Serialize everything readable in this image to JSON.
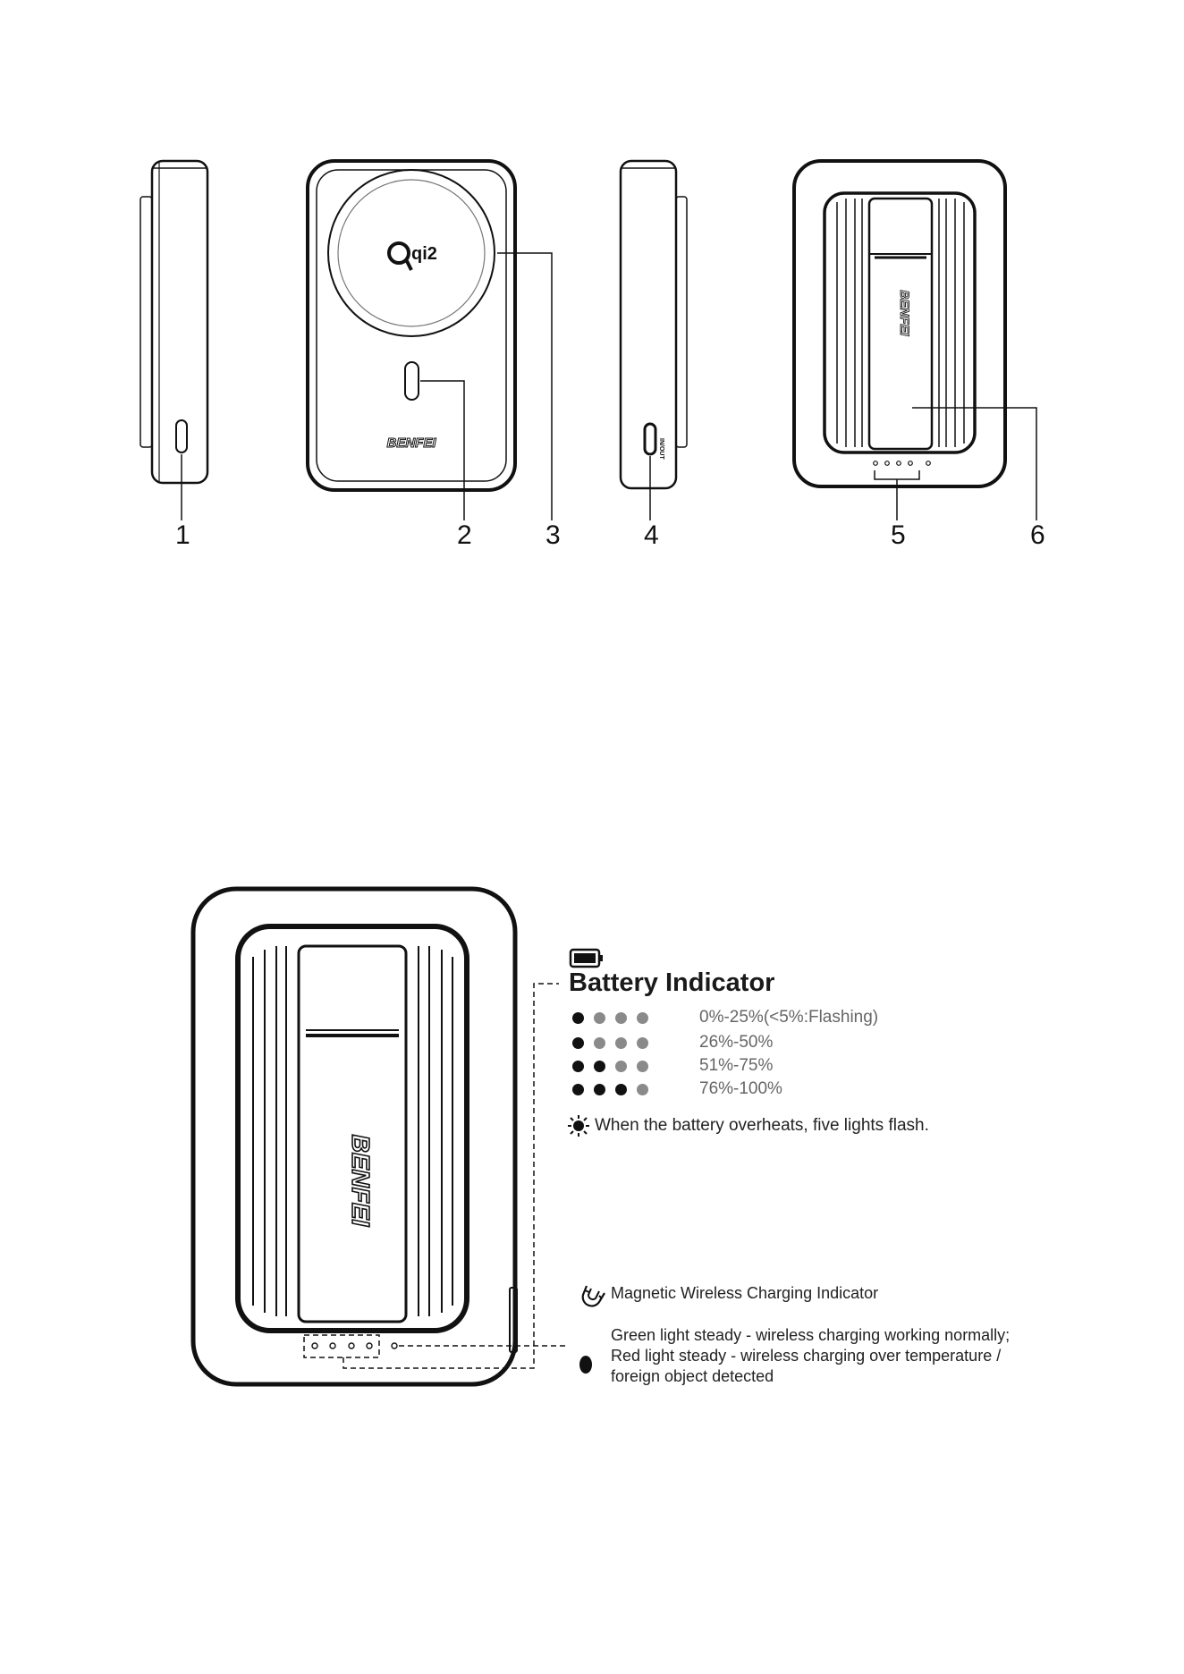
{
  "callouts": [
    "1",
    "2",
    "3",
    "4",
    "5",
    "6"
  ],
  "device": {
    "front_logo": "qi2",
    "brand": "BENFEI",
    "port_label": "IN/OUT"
  },
  "battery_indicator": {
    "title": "Battery Indicator",
    "icon": "battery-icon",
    "levels": [
      {
        "lit": 1,
        "total": 4,
        "label": "0%-25%(<5%:Flashing)"
      },
      {
        "lit": 1,
        "total": 4,
        "label": "26%-50%"
      },
      {
        "lit": 2,
        "total": 4,
        "label": "51%-75%"
      },
      {
        "lit": 3,
        "total": 4,
        "label": "76%-100%"
      }
    ],
    "overheat_icon": "sun-icon",
    "overheat_note": "When the battery overheats, five lights flash."
  },
  "wireless_indicator": {
    "icon": "magnet-icon",
    "title": "Magnetic Wireless Charging Indicator",
    "lines": [
      "Green light steady - wireless charging working normally;",
      "Red light steady - wireless charging over temperature /",
      "foreign object detected"
    ]
  }
}
